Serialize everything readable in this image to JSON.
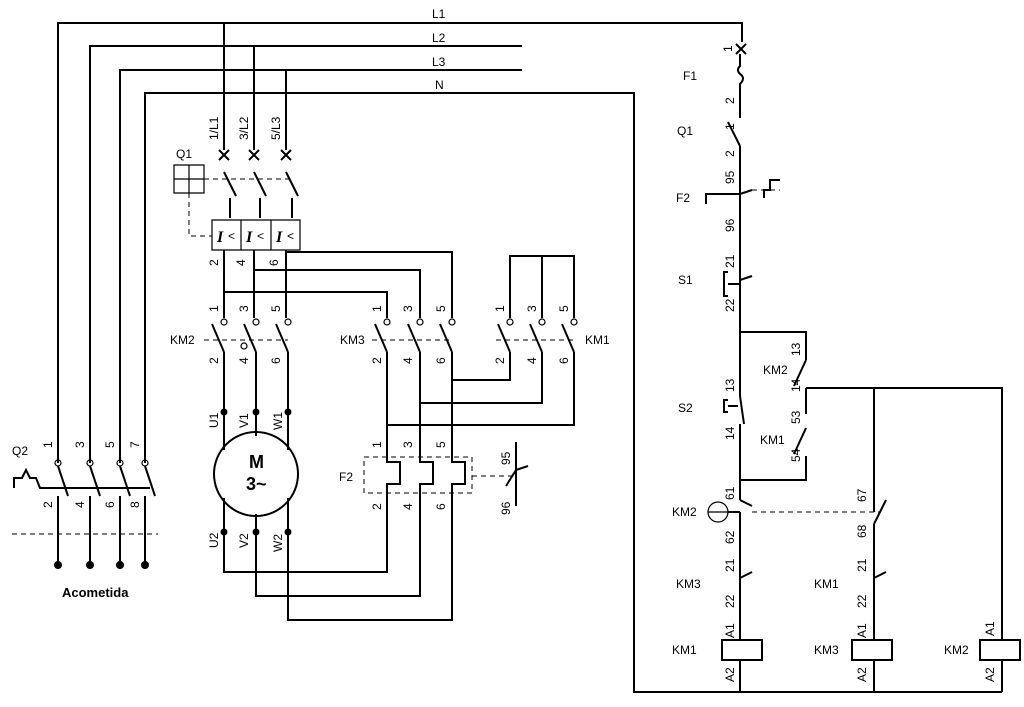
{
  "lines": {
    "l1": "L1",
    "l2": "L2",
    "l3": "L3",
    "n": "N"
  },
  "q1": {
    "tag": "Q1",
    "inputs": [
      "1/L1",
      "3/L2",
      "5/L3"
    ],
    "outputs": [
      "2",
      "4",
      "6"
    ],
    "trip_symbol": "I",
    "trip_sign": "<"
  },
  "km2": {
    "tag": "KM2",
    "top": [
      "1",
      "3",
      "5"
    ],
    "bottom": [
      "2",
      "4",
      "6"
    ]
  },
  "km3": {
    "tag": "KM3",
    "top": [
      "1",
      "3",
      "5"
    ],
    "bottom": [
      "2",
      "4",
      "6"
    ]
  },
  "km1": {
    "tag": "KM1",
    "top": [
      "1",
      "3",
      "5"
    ],
    "bottom": [
      "2",
      "4",
      "6"
    ]
  },
  "motor": {
    "symbol": "M",
    "phase": "3~",
    "top_terminals": [
      "U1",
      "V1",
      "W1"
    ],
    "bottom_terminals": [
      "U2",
      "V2",
      "W2"
    ]
  },
  "f2_power": {
    "tag": "F2",
    "top": [
      "1",
      "3",
      "5"
    ],
    "bottom": [
      "2",
      "4",
      "6"
    ],
    "aux": [
      "95",
      "96"
    ]
  },
  "q2": {
    "tag": "Q2",
    "top": [
      "1",
      "3",
      "5",
      "7"
    ],
    "bottom": [
      "2",
      "4",
      "6",
      "8"
    ],
    "caption": "Acometida"
  },
  "control": {
    "f1": {
      "tag": "F1",
      "a": "1",
      "b": "2"
    },
    "q1": {
      "tag": "Q1",
      "a": "1",
      "b": "2"
    },
    "f2": {
      "tag": "F2",
      "a": "95",
      "b": "96"
    },
    "s1": {
      "tag": "S1",
      "a": "21",
      "b": "22"
    },
    "s2": {
      "tag": "S2",
      "a": "13",
      "b": "14"
    },
    "km2_hold": {
      "tag": "KM2",
      "a": "13",
      "b": "14"
    },
    "km1_hold": {
      "tag": "KM1",
      "a": "53",
      "b": "54"
    },
    "km2_nc": {
      "tag": "KM2",
      "a": "61",
      "b": "62"
    },
    "km2_no": {
      "a": "67",
      "b": "68"
    },
    "km3_nc": {
      "tag": "KM3",
      "a": "21",
      "b": "22"
    },
    "km1_nc": {
      "tag": "KM1",
      "a": "21",
      "b": "22"
    },
    "coils": [
      {
        "tag": "KM1",
        "a": "A1",
        "b": "A2"
      },
      {
        "tag": "KM3",
        "a": "A1",
        "b": "A2"
      },
      {
        "tag": "KM2",
        "a": "A1",
        "b": "A2"
      }
    ]
  }
}
